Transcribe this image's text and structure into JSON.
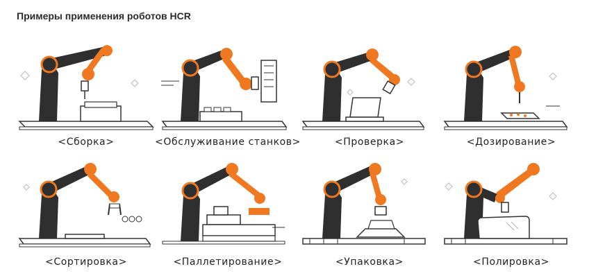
{
  "heading": "Примеры применения роботов HCR",
  "examples": [
    {
      "label": "<Сборка>",
      "icon": "assembly-icon"
    },
    {
      "label": "<Обслуживание станков>",
      "icon": "machine-tending-icon"
    },
    {
      "label": "<Проверка>",
      "icon": "inspection-icon"
    },
    {
      "label": "<Дозирование>",
      "icon": "dispensing-icon"
    },
    {
      "label": "<Сортировка>",
      "icon": "sorting-icon"
    },
    {
      "label": "<Паллетирование>",
      "icon": "palletizing-icon"
    },
    {
      "label": "<Упаковка>",
      "icon": "packaging-icon"
    },
    {
      "label": "<Полировка>",
      "icon": "polishing-icon"
    }
  ],
  "colors": {
    "robot_body": "#2f2f2f",
    "robot_arm": "#f07820",
    "line": "#333333"
  }
}
